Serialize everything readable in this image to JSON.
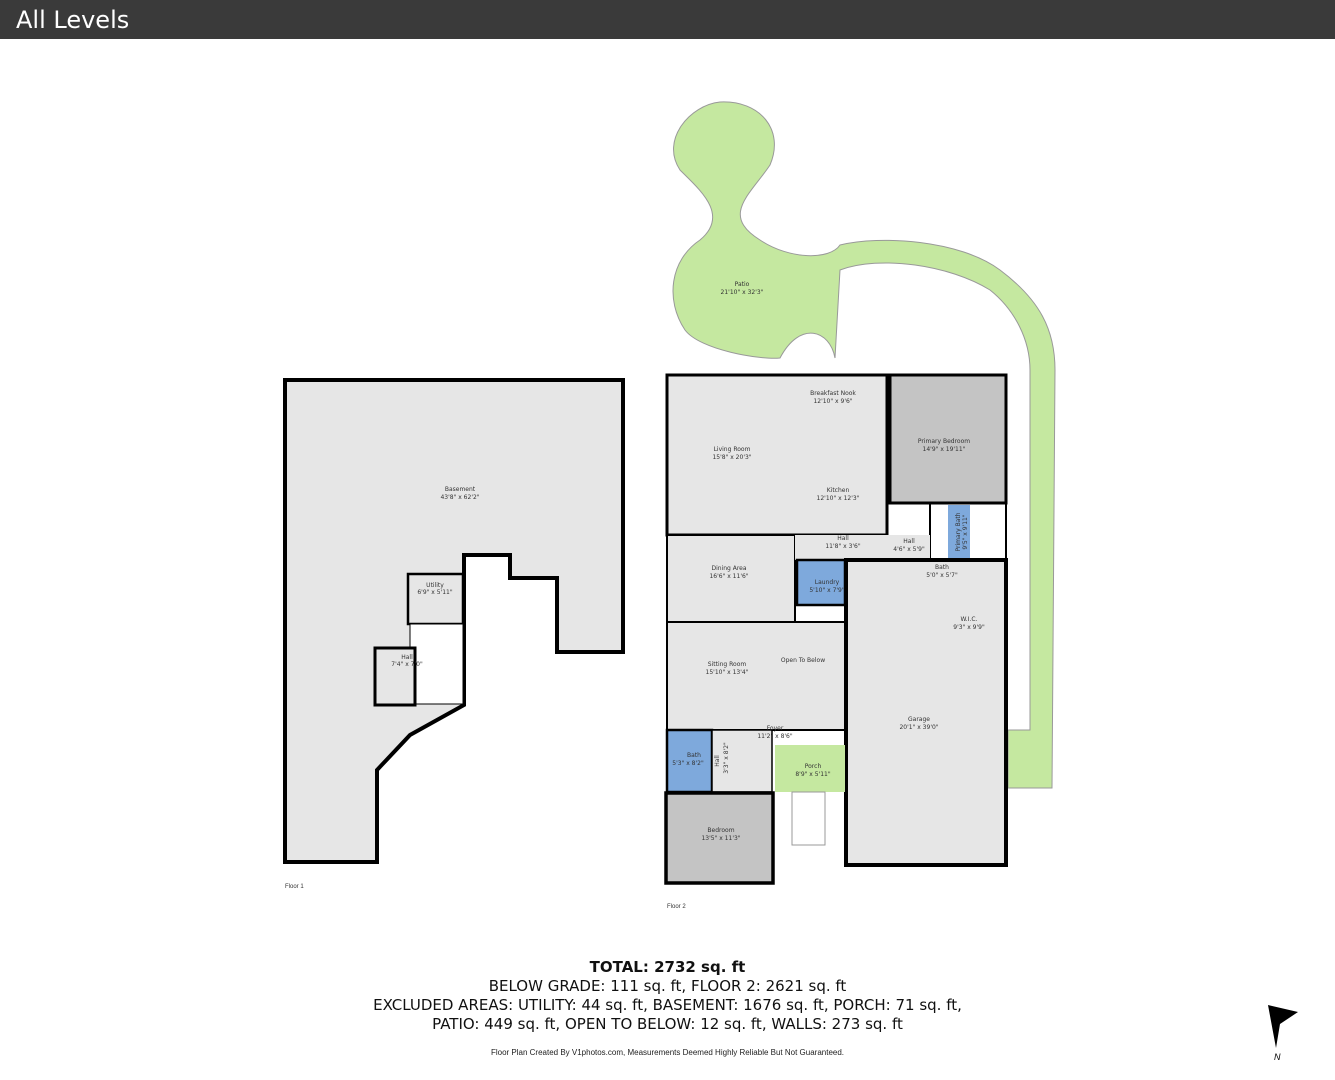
{
  "header": {
    "title": "All Levels"
  },
  "floors": [
    {
      "label": "Floor 1",
      "rooms": [
        {
          "name": "Basement",
          "dims": "43'8\" x 62'2\""
        },
        {
          "name": "Utility",
          "dims": "6'9\" x 5'11\""
        },
        {
          "name": "Hall",
          "dims": "7'4\" x 7'0\""
        }
      ]
    },
    {
      "label": "Floor 2",
      "rooms": [
        {
          "name": "Patio",
          "dims": "21'10\" x 32'3\""
        },
        {
          "name": "Breakfast Nook",
          "dims": "12'10\" x 9'6\""
        },
        {
          "name": "Living Room",
          "dims": "15'8\" x 20'3\""
        },
        {
          "name": "Kitchen",
          "dims": "12'10\" x 12'3\""
        },
        {
          "name": "Primary Bedroom",
          "dims": "14'9\" x 19'11\""
        },
        {
          "name": "Hall",
          "dims": "11'8\" x 3'6\""
        },
        {
          "name": "Hall",
          "dims": "4'6\" x 5'9\""
        },
        {
          "name": "Primary Bath",
          "dims": "9'5\" x 9'11\""
        },
        {
          "name": "Dining Area",
          "dims": "16'6\" x 11'6\""
        },
        {
          "name": "Laundry",
          "dims": "5'10\" x 7'9\""
        },
        {
          "name": "Bath",
          "dims": "5'0\" x 5'7\""
        },
        {
          "name": "W.I.C.",
          "dims": "9'3\" x 9'9\""
        },
        {
          "name": "Sitting Room",
          "dims": "15'10\" x 13'4\""
        },
        {
          "name": "Open To Below",
          "dims": ""
        },
        {
          "name": "Foyer",
          "dims": "11'2\" x 8'6\""
        },
        {
          "name": "Garage",
          "dims": "20'1\" x 39'0\""
        },
        {
          "name": "Bath",
          "dims": "5'3\" x 8'2\""
        },
        {
          "name": "Hall",
          "dims": "3'3\" x 8'2\""
        },
        {
          "name": "Porch",
          "dims": "8'9\" x 5'11\""
        },
        {
          "name": "Bedroom",
          "dims": "13'5\" x 11'3\""
        }
      ]
    }
  ],
  "summary": {
    "total": "TOTAL: 2732 sq. ft",
    "line1": "BELOW GRADE: 111 sq. ft, FLOOR 2: 2621 sq. ft",
    "line2": "EXCLUDED AREAS: UTILITY: 44 sq. ft, BASEMENT: 1676 sq. ft, PORCH: 71 sq. ft,",
    "line3": "PATIO: 449 sq. ft, OPEN TO BELOW: 12 sq. ft, WALLS: 273 sq. ft"
  },
  "credit": "Floor Plan Created By V1photos.com, Measurements Deemed Highly Reliable But Not Guaranteed.",
  "compass": {
    "label": "N"
  },
  "colors": {
    "patio": "#c5e8a0",
    "room": "#e6e6e6",
    "bedroom": "#c4c4c4",
    "bath": "#7ea9dc",
    "wall": "#000000"
  }
}
